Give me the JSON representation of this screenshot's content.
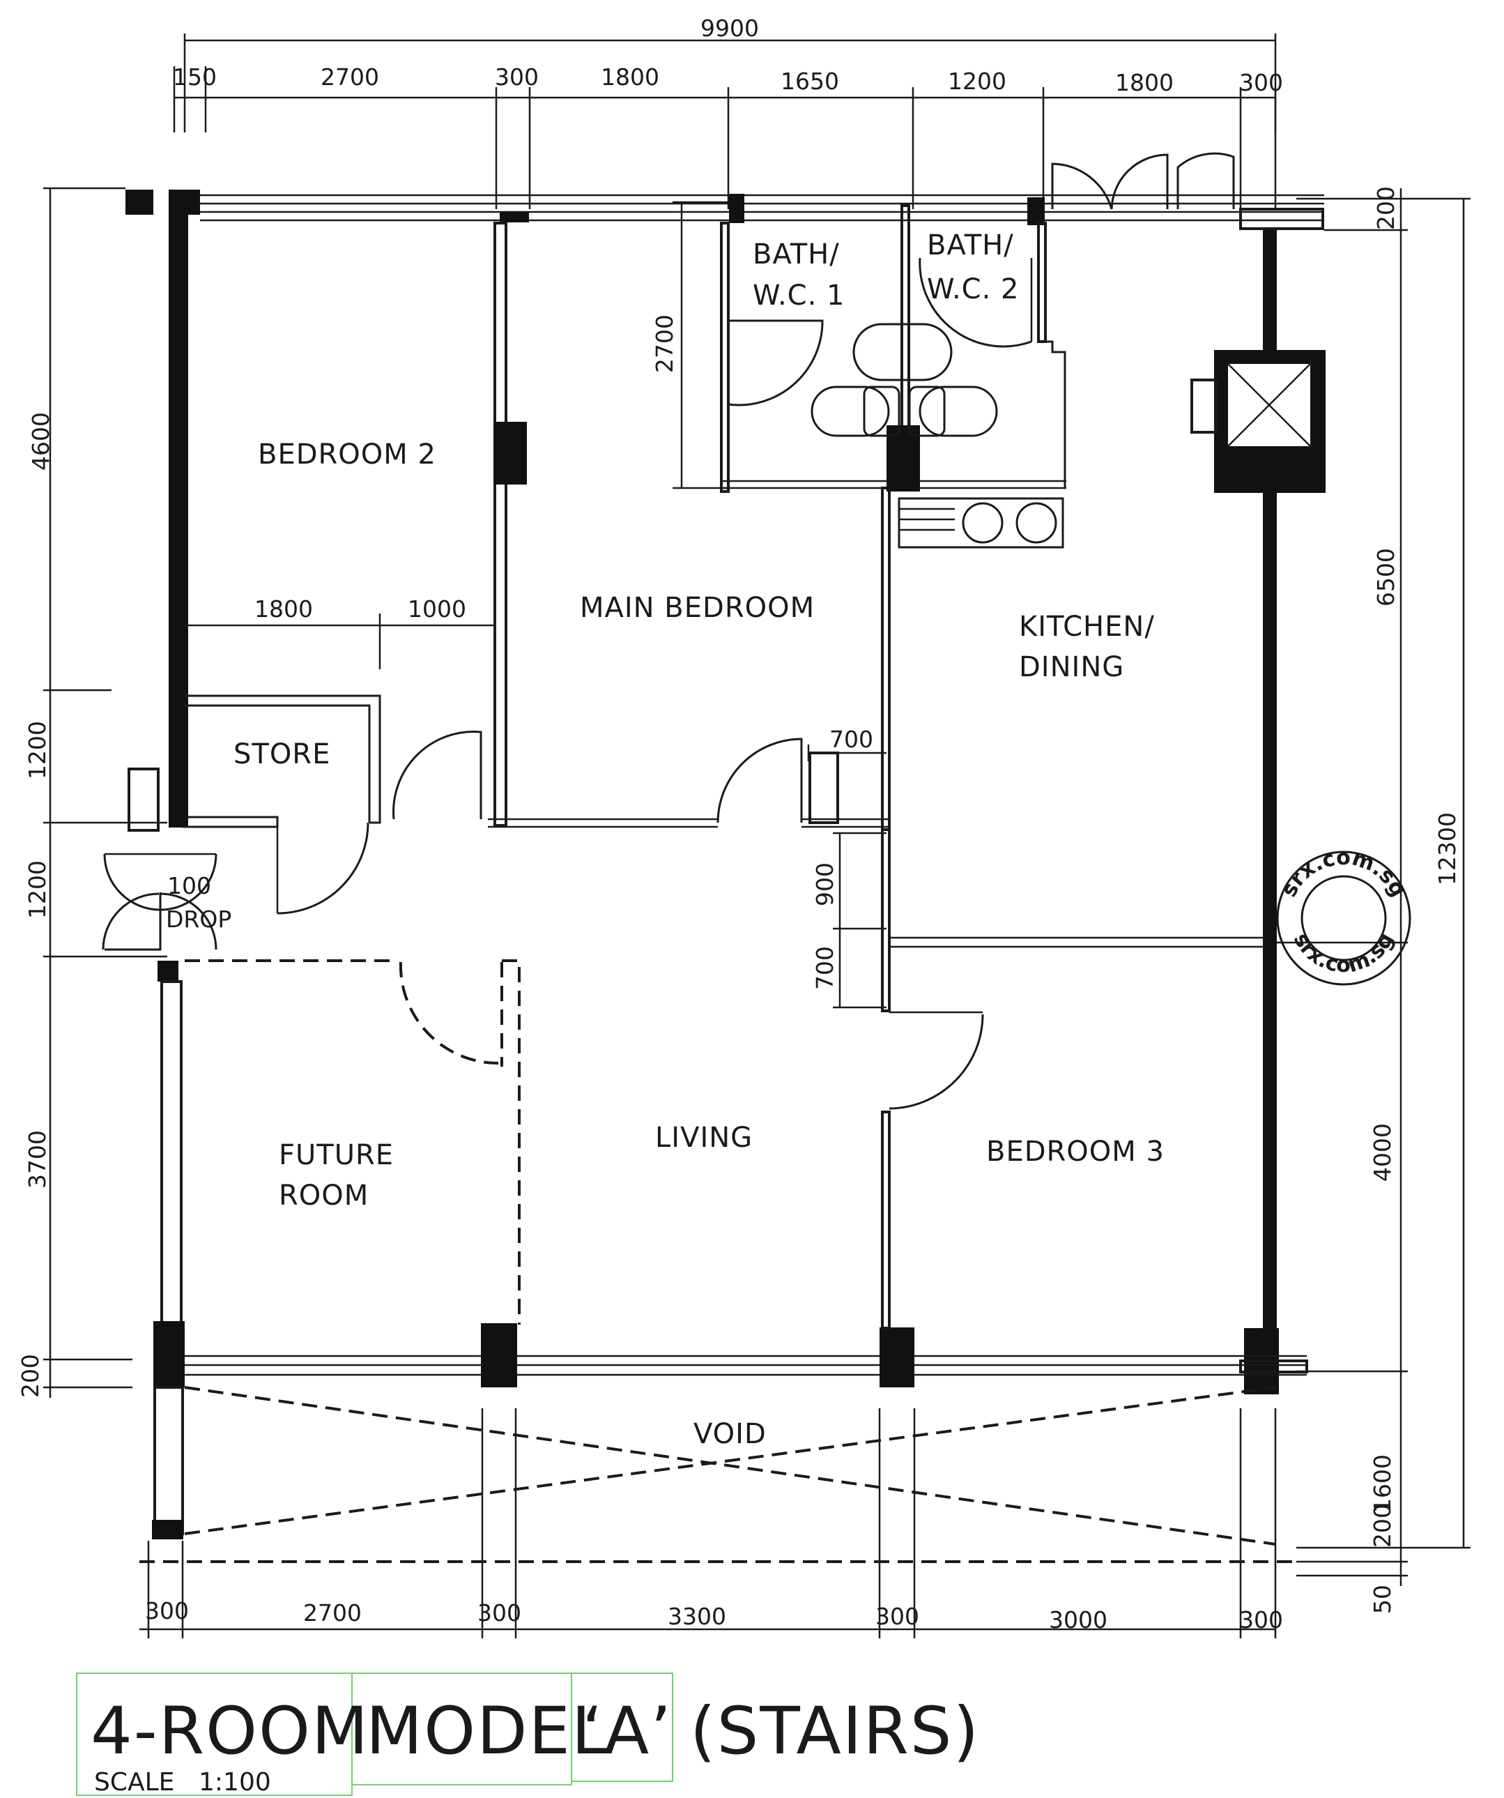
{
  "rooms": {
    "bedroom2": "BEDROOM 2",
    "main_bedroom": "MAIN BEDROOM",
    "bath1_line1": "BATH/",
    "bath1_line2": "W.C. 1",
    "bath2_line1": "BATH/",
    "bath2_line2": "W.C. 2",
    "kitchen_line1": "KITCHEN/",
    "kitchen_line2": "DINING",
    "store": "STORE",
    "drop_value": "100",
    "drop_label": "DROP",
    "future_line1": "FUTURE",
    "future_line2": "ROOM",
    "living": "LIVING",
    "bedroom3": "BEDROOM 3",
    "void": "VOID"
  },
  "dimensions": {
    "top_total": "9900",
    "top": [
      "150",
      "2700",
      "300",
      "1800",
      "1650",
      "1200",
      "1800",
      "300"
    ],
    "bottom": [
      "300",
      "2700",
      "300",
      "3300",
      "300",
      "3000",
      "300"
    ],
    "left": [
      "4600",
      "1200",
      "1200",
      "3700",
      "200"
    ],
    "right": [
      "200",
      "6500",
      "4000",
      "12300",
      "1600",
      "200",
      "50"
    ],
    "inner": {
      "bath_height": "2700",
      "bed2_a": "1800",
      "bed2_b": "1000",
      "door_700": "700",
      "corr_900": "900",
      "corr_700": "700"
    }
  },
  "title": {
    "part1": "4-ROOM",
    "part2": "MODEL",
    "part3": "‘A’",
    "part4": "(STAIRS)",
    "scale_label": "SCALE",
    "scale_value": "1:100"
  },
  "watermark": {
    "top": "srx.com.sg",
    "bottom": "srx.com.sg"
  }
}
